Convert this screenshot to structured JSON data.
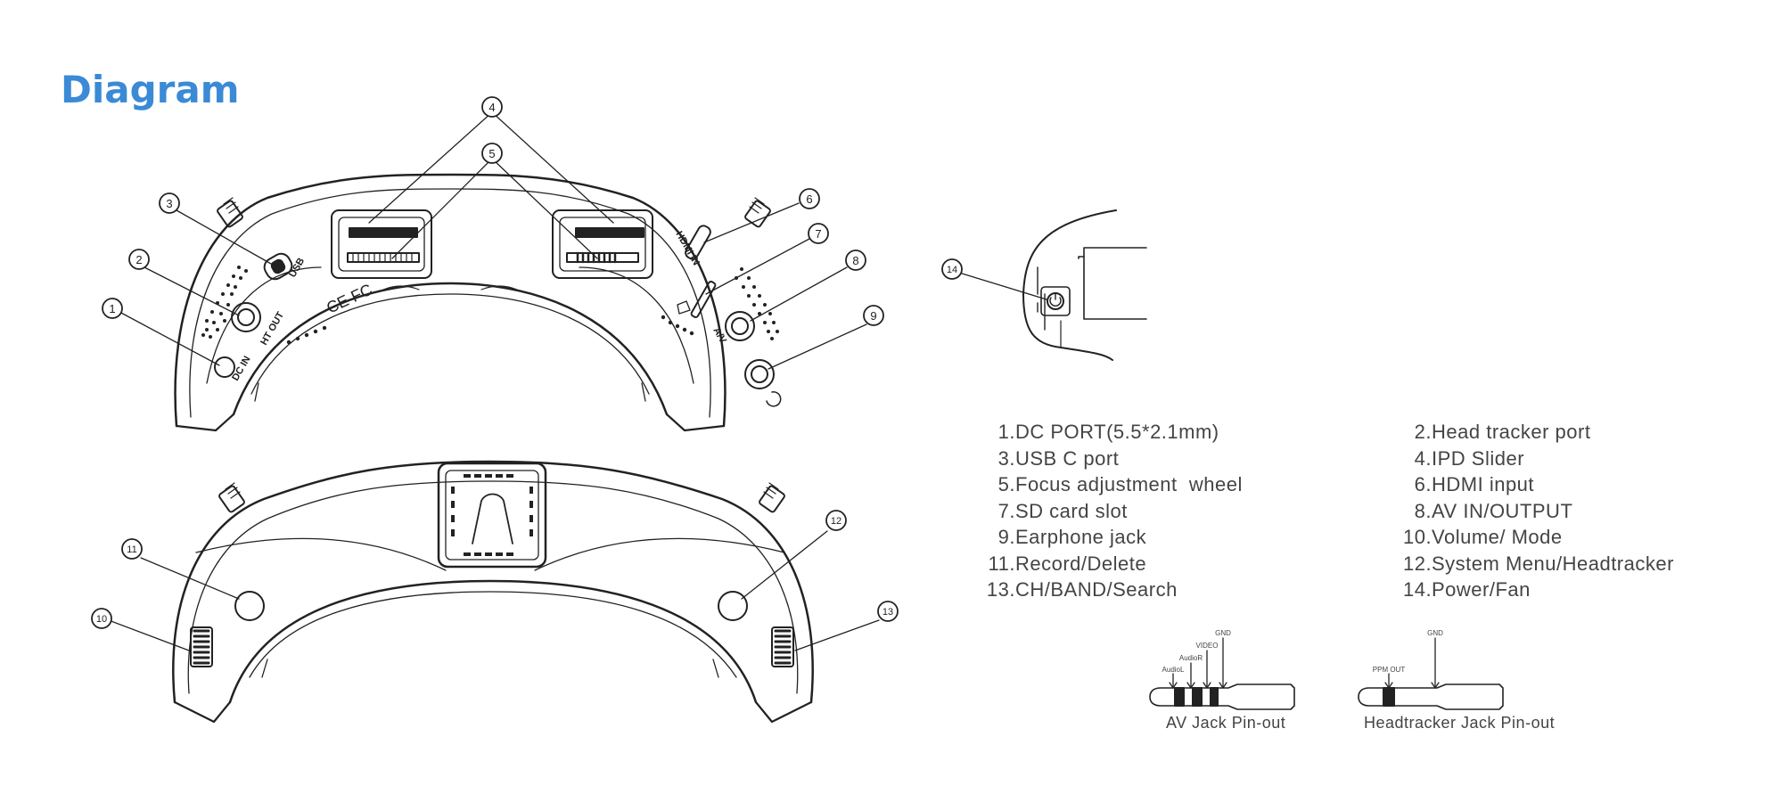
{
  "page": {
    "title": "Diagram"
  },
  "callouts": [
    "1",
    "2",
    "3",
    "4",
    "5",
    "6",
    "7",
    "8",
    "9",
    "10",
    "11",
    "12",
    "13",
    "14"
  ],
  "device_markings": {
    "dc_in": "DC IN",
    "ht_out": "HT OUT",
    "usb": "USB",
    "hdmi_in": "HDMI IN",
    "av": "A/V",
    "ce_fc": "CE FC"
  },
  "legend": [
    {
      "num": "1.",
      "label": "DC PORT(5.5*2.1mm)"
    },
    {
      "num": "2.",
      "label": "Head tracker port"
    },
    {
      "num": "3.",
      "label": "USB C port"
    },
    {
      "num": "4.",
      "label": "IPD Slider"
    },
    {
      "num": "5.",
      "label": "Focus adjustment  wheel"
    },
    {
      "num": "6.",
      "label": "HDMI input"
    },
    {
      "num": "7.",
      "label": "SD card slot"
    },
    {
      "num": "8.",
      "label": "AV IN/OUTPUT"
    },
    {
      "num": "9.",
      "label": "Earphone jack"
    },
    {
      "num": "10.",
      "label": "Volume/ Mode"
    },
    {
      "num": "11.",
      "label": "Record/Delete"
    },
    {
      "num": "12.",
      "label": "System Menu/Headtracker"
    },
    {
      "num": "13.",
      "label": "CH/BAND/Search"
    },
    {
      "num": "14.",
      "label": "Power/Fan"
    }
  ],
  "av_jack": {
    "caption": "AV Jack Pin-out",
    "pins": [
      "AudioL",
      "AudioR",
      "VIDEO",
      "GND"
    ]
  },
  "ht_jack": {
    "caption": "Headtracker Jack Pin-out",
    "pins": [
      "PPM OUT",
      "GND"
    ]
  },
  "colors": {
    "title": "#3a8ad6",
    "line": "#222222",
    "text": "#444444"
  }
}
